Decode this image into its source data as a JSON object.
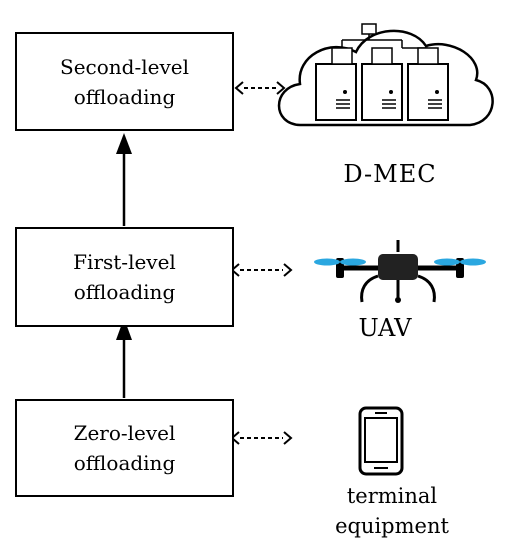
{
  "levels": {
    "second": {
      "line1": "Second-level",
      "line2": "offloading"
    },
    "first": {
      "line1": "First-level",
      "line2": "offloading"
    },
    "zero": {
      "line1": "Zero-level",
      "line2": "offloading"
    }
  },
  "devices": {
    "dmec": {
      "label": "D-MEC",
      "icon": "cloud-servers-icon"
    },
    "uav": {
      "label": "UAV",
      "icon": "drone-icon"
    },
    "terminal": {
      "line1": "terminal",
      "line2": "equipment",
      "icon": "smartphone-icon"
    }
  },
  "colors": {
    "stroke": "#000000",
    "propeller": "#2aa7e0"
  }
}
